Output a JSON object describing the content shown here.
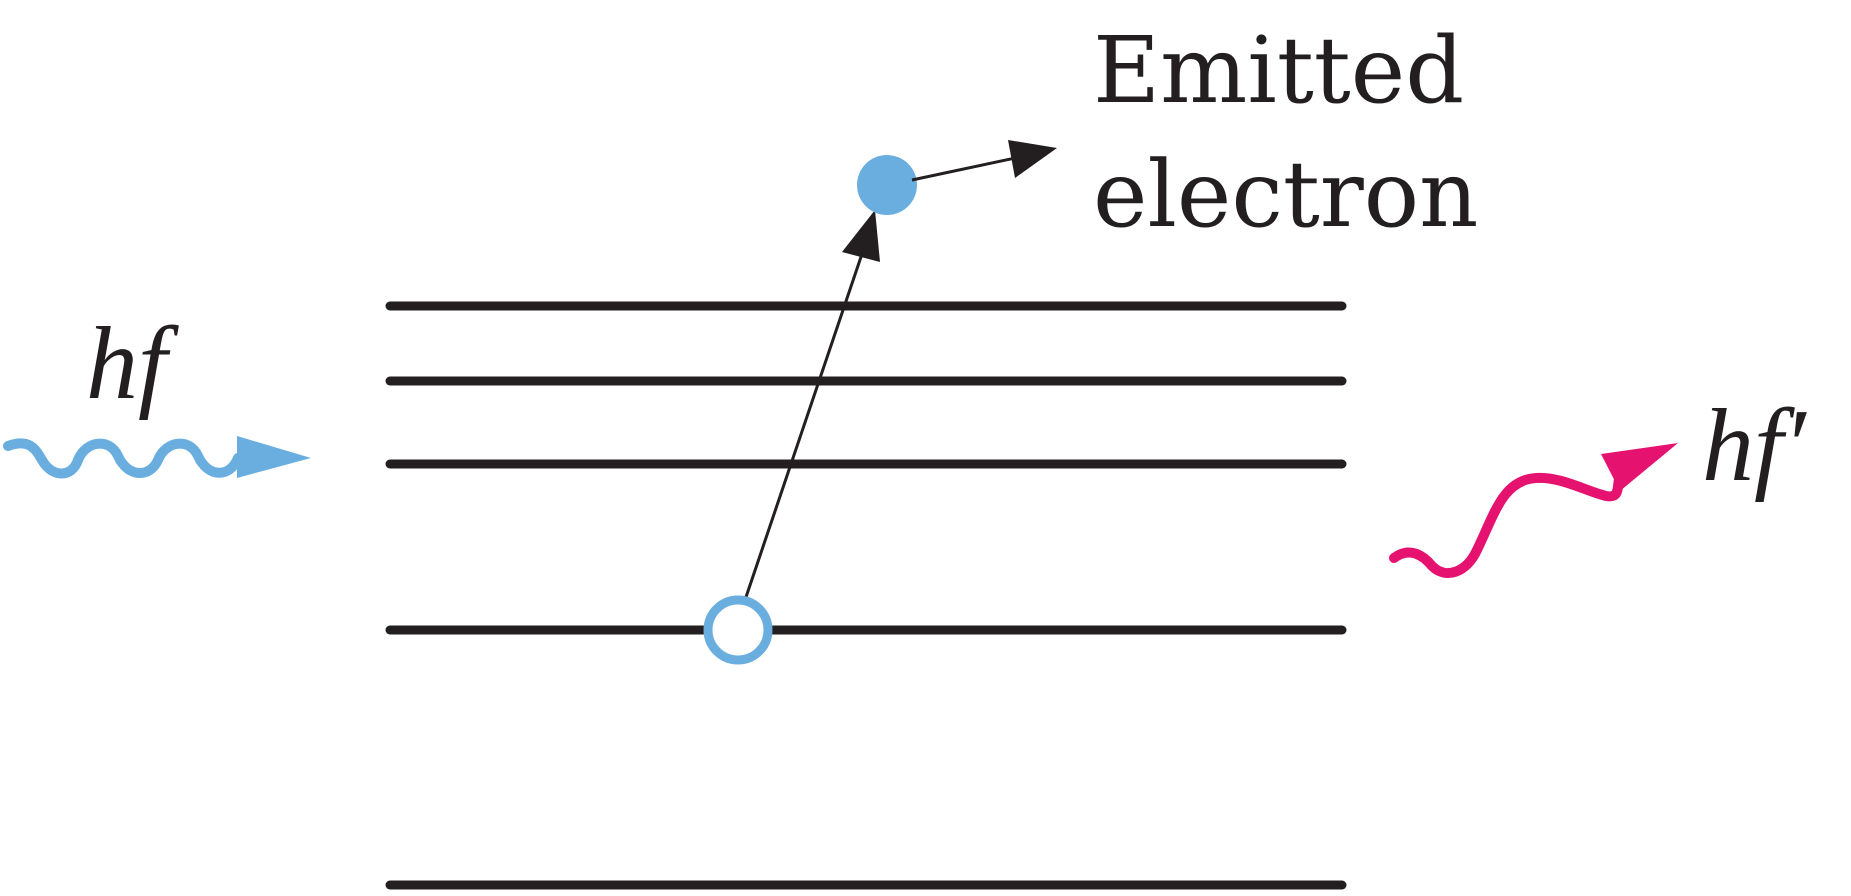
{
  "labels": {
    "incident_photon": "hf",
    "scattered_photon": "hf′",
    "emitted_line1": "Emitted",
    "emitted_line2": "electron"
  },
  "energy_levels": {
    "count": 5,
    "color": "#231f20"
  },
  "colors": {
    "incident_photon": "#6aaee0",
    "scattered_photon": "#e6126f",
    "electron": "#6aaee0",
    "lines": "#231f20",
    "background": "#ffffff"
  },
  "icons": {
    "incident_photon": "wavy-arrow-icon",
    "scattered_photon": "wavy-arrow-icon",
    "emitted_electron": "filled-circle-icon",
    "vacancy": "hollow-circle-icon"
  }
}
